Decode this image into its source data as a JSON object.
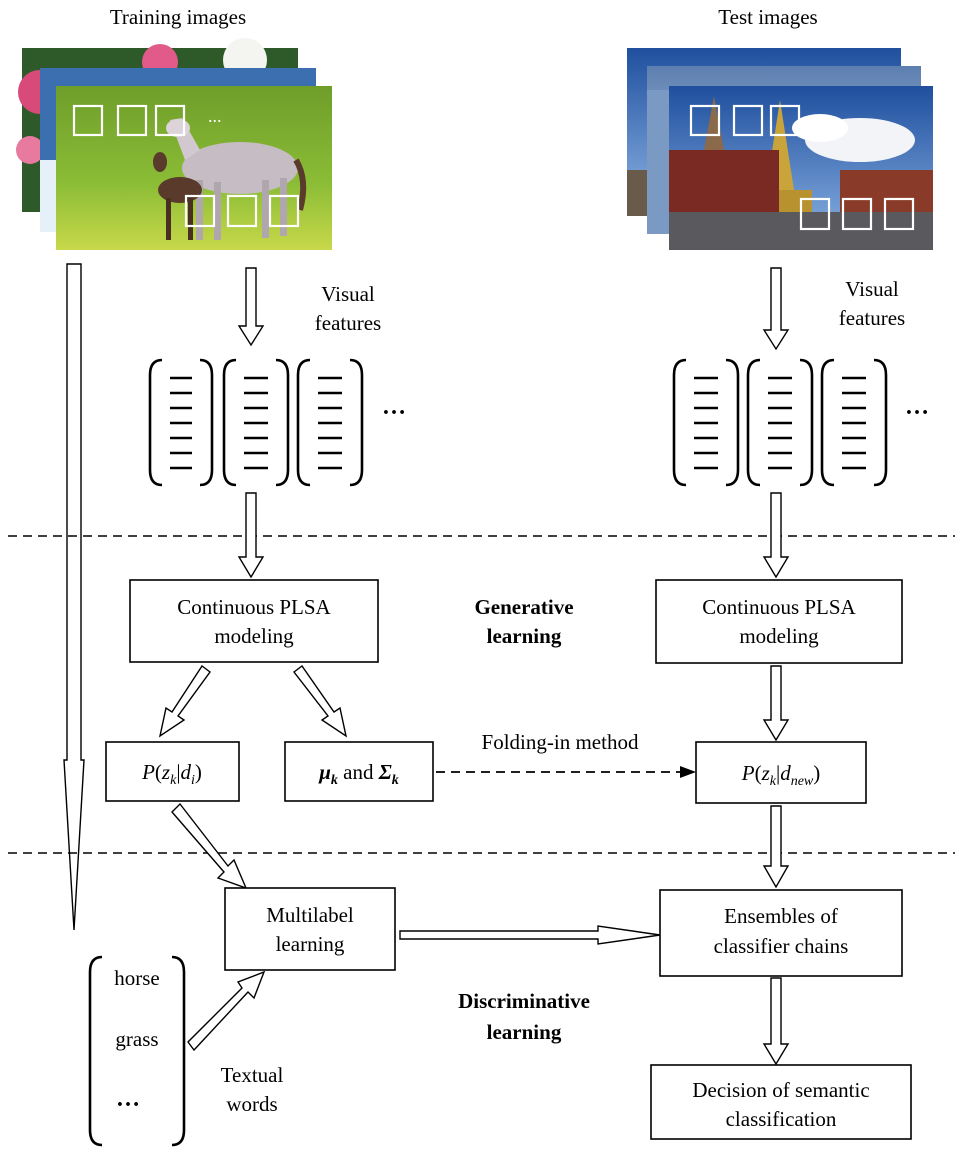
{
  "headers": {
    "training": "Training images",
    "test": "Test images"
  },
  "labels": {
    "visual_features_line1": "Visual",
    "visual_features_line2": "features",
    "ellipsis": "…",
    "patch_ellipsis": "...",
    "generative_line1": "Generative",
    "generative_line2": "learning",
    "discriminative_line1": "Discriminative",
    "discriminative_line2": "learning",
    "folding_in": "Folding-in method",
    "textual_line1": "Textual",
    "textual_line2": "words"
  },
  "boxes": {
    "plsa_train_line1": "Continuous PLSA",
    "plsa_train_line2": "modeling",
    "plsa_test_line1": "Continuous PLSA",
    "plsa_test_line2": "modeling",
    "pz_train": "P(z_k|d_i)",
    "mu_sigma": "μ_k and Σ_k",
    "pz_test": "P(z_k|d_new)",
    "multilabel_line1": "Multilabel",
    "multilabel_line2": "learning",
    "ensembles_line1": "Ensembles of",
    "ensembles_line2": "classifier chains",
    "decision_line1": "Decision of semantic",
    "decision_line2": "classification"
  },
  "words": [
    "horse",
    "grass",
    "…"
  ],
  "formula_parts": {
    "P": "P",
    "z": "z",
    "k": "k",
    "d": "d",
    "i": "i",
    "new": "new",
    "mu": "μ",
    "Sigma": "Σ",
    "and": "and"
  },
  "colors": {
    "grass": "#7fae2e",
    "sky": "#4a7fc8",
    "flowers": "#d84a7a",
    "temple_gold": "#c9a43a"
  }
}
